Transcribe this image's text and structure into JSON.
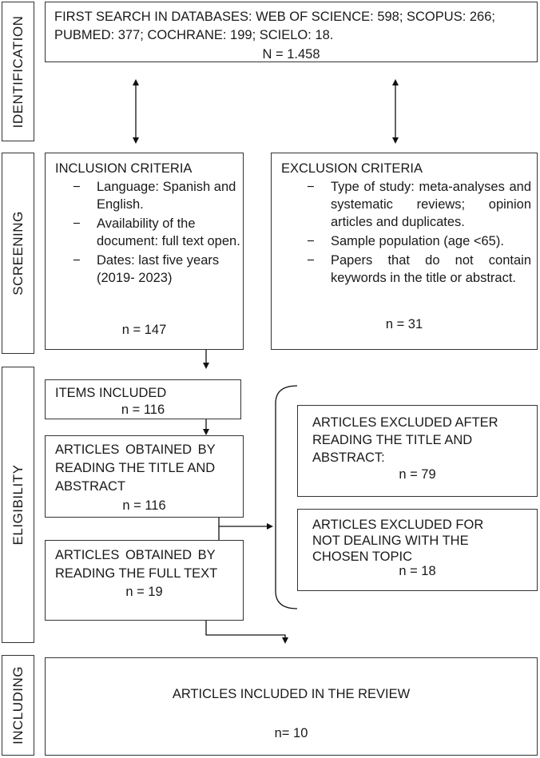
{
  "stages": {
    "identification": "IDENTIFICATION",
    "screening": "SCREENING",
    "eligibility": "ELIGIBILITY",
    "including": "INCLUDING"
  },
  "search": {
    "line1": "FIRST SEARCH IN DATABASES: WEB OF SCIENCE: 598; SCOPUS: 266;",
    "line2": "PUBMED: 377; COCHRANE: 199; SCIELO: 18.",
    "total": "N = 1.458"
  },
  "inclusion": {
    "title": "INCLUSION CRITERIA",
    "items": [
      "Language: Spanish and English.",
      "Availability of the document: full text open.",
      "Dates: last five years (2019- 2023)"
    ],
    "count": "n = 147"
  },
  "exclusion": {
    "title": "EXCLUSION CRITERIA",
    "items": [
      "Type of study: meta-analyses and systematic reviews; opinion articles and duplicates.",
      "Sample population (age <65).",
      "Papers that do not contain keywords in the title or abstract."
    ],
    "count": "n = 31"
  },
  "items_included": {
    "title": "ITEMS INCLUDED",
    "count": "n = 116"
  },
  "title_abstract": {
    "line1": "ARTICLES OBTAINED BY",
    "line2": "READING THE TITLE AND",
    "line3": "ABSTRACT",
    "count": "n = 116"
  },
  "full_text": {
    "line1": "ARTICLES OBTAINED BY",
    "line2": "READING THE FULL TEXT",
    "count": "n = 19"
  },
  "excluded_title": {
    "line1": "ARTICLES EXCLUDED AFTER",
    "line2": "READING THE TITLE AND",
    "line3": "ABSTRACT:",
    "count": "n = 79"
  },
  "excluded_topic": {
    "line1": "ARTICLES EXCLUDED FOR",
    "line2": "NOT DEALING WITH THE",
    "line3": "CHOSEN TOPIC",
    "count": "n = 18"
  },
  "final": {
    "title": "ARTICLES INCLUDED IN THE REVIEW",
    "count": "n= 10"
  },
  "dash": "−"
}
